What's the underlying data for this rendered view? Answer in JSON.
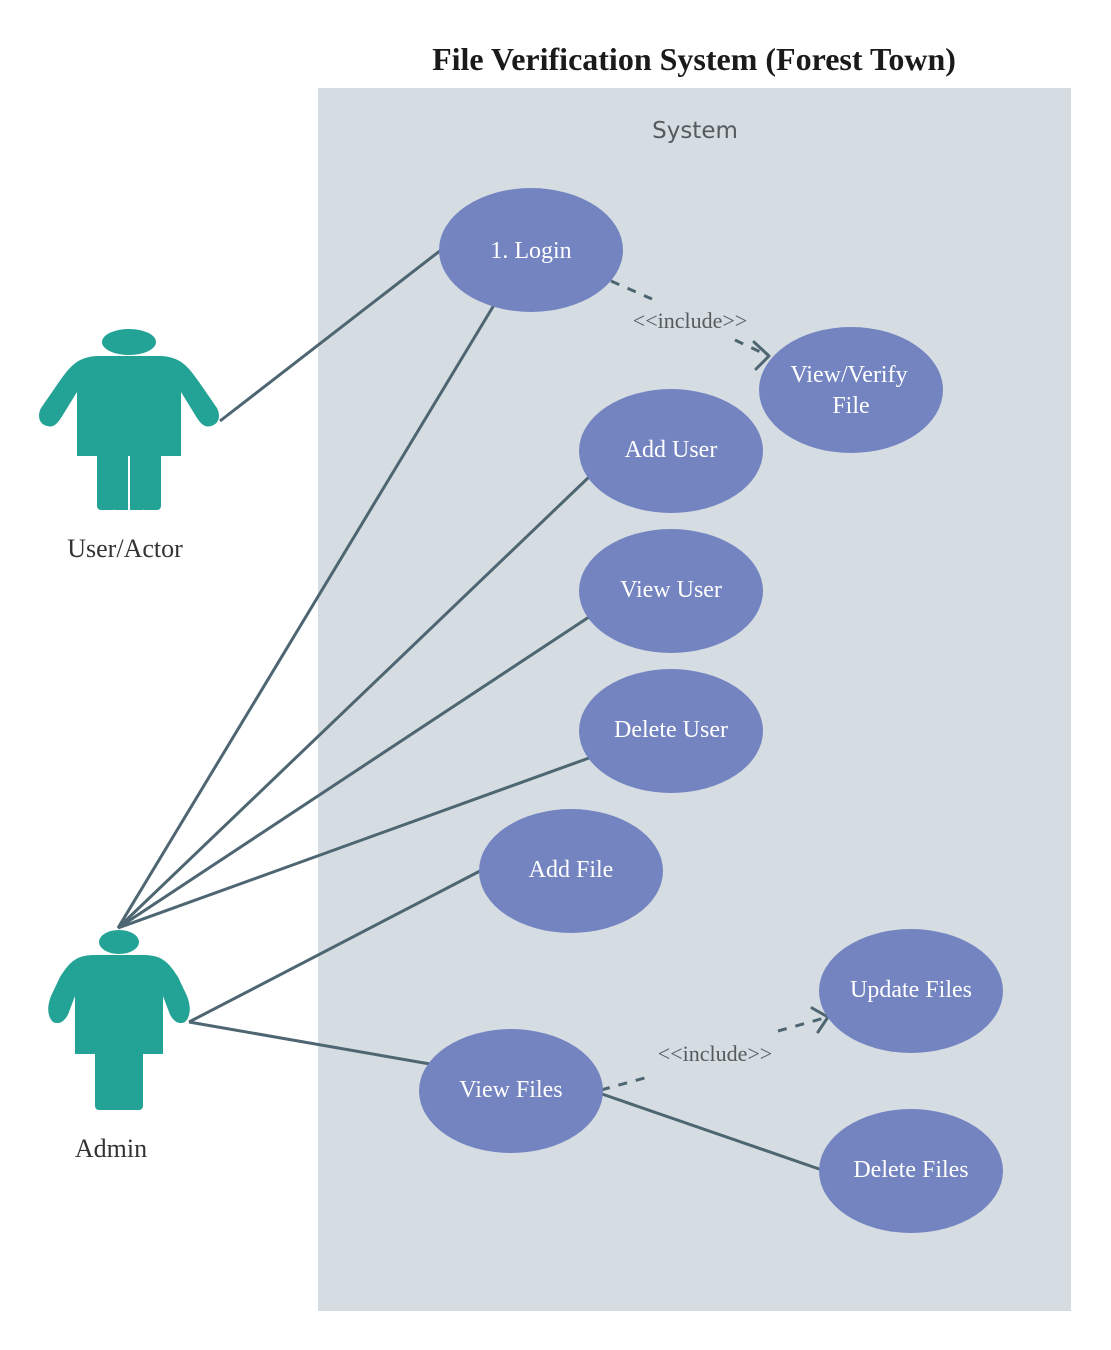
{
  "title": "File Verification System (Forest Town)",
  "system": {
    "label": "System"
  },
  "actors": {
    "user": {
      "label": "User/Actor"
    },
    "admin": {
      "label": "Admin"
    }
  },
  "use_cases": {
    "login": "1. Login",
    "view_verify_line1": "View/Verify",
    "view_verify_line2": "File",
    "add_user": "Add User",
    "view_user": "View User",
    "delete_user": "Delete User",
    "add_file": "Add File",
    "view_files": "View Files",
    "update_files": "Update Files",
    "delete_files": "Delete Files"
  },
  "relations": {
    "include_login": "<<include>>",
    "include_files": "<<include>>"
  },
  "colors": {
    "system_fill": "#d5dde2",
    "use_case_fill": "#7484c1",
    "actor_fill": "#23a396",
    "line": "#4e6672"
  }
}
